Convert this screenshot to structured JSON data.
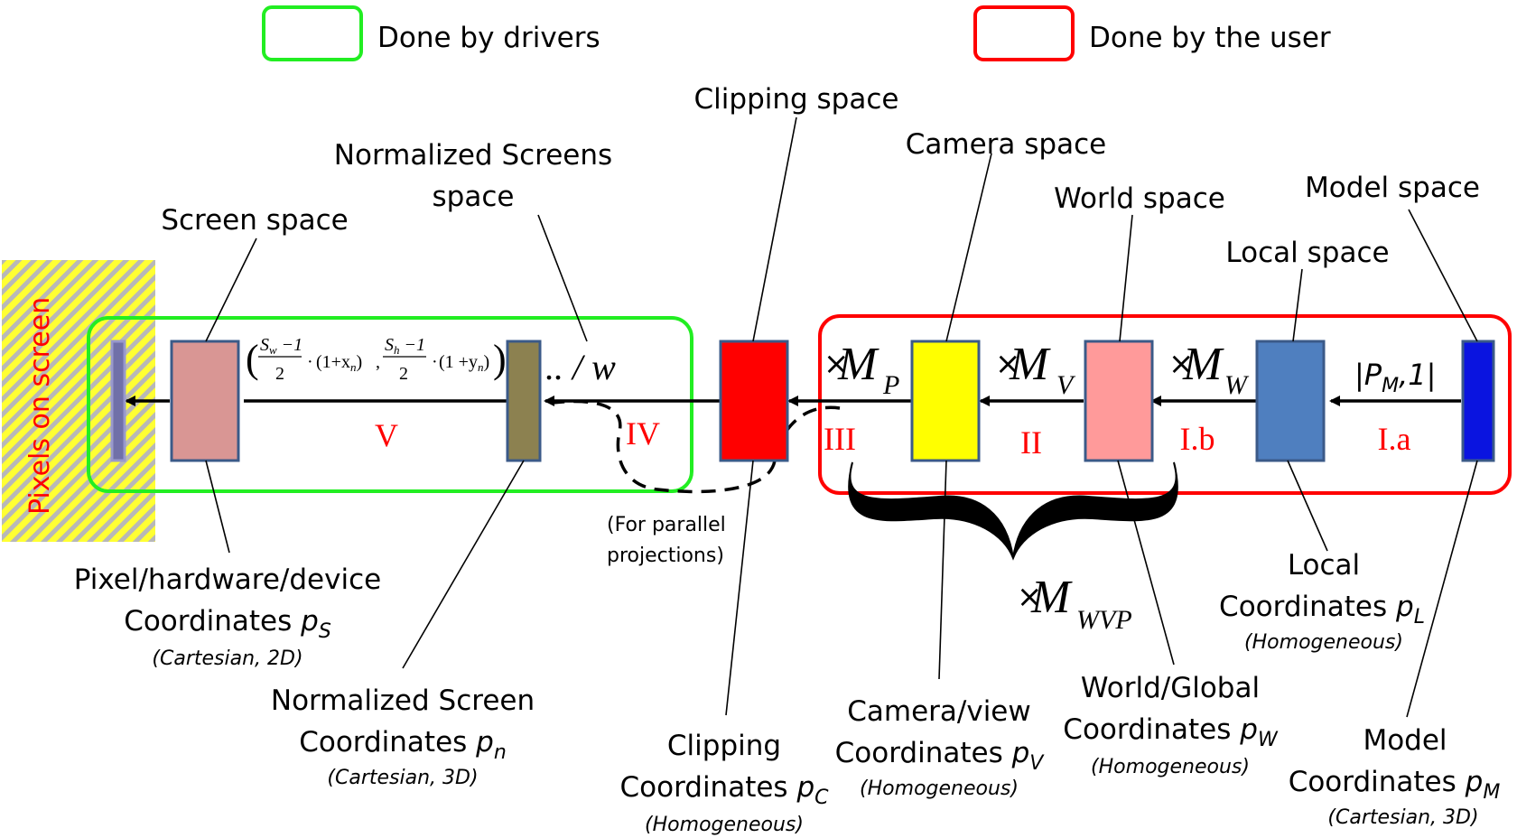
{
  "legend": {
    "drivers": "Done by drivers",
    "user": "Done by the user",
    "drivers_color": "#22ee22",
    "user_color": "#ff0000"
  },
  "pixels_label": "Pixels on screen",
  "stages": {
    "model": {
      "title": "Model space",
      "name": "Model",
      "coord": "Coordinates ",
      "symbol": "p",
      "sub": "M",
      "type": "(Cartesian, 3D)",
      "color": "#0a14e0"
    },
    "local": {
      "title": "Local space",
      "name": "Local",
      "coord": "Coordinates ",
      "symbol": "p",
      "sub": "L",
      "type": "(Homogeneous)",
      "color": "#4f7fbf"
    },
    "world": {
      "title": "World space",
      "name": "World/Global",
      "coord": "Coordinates ",
      "symbol": "p",
      "sub": "W",
      "type": "(Homogeneous)",
      "color": "#ff9a9a"
    },
    "camera": {
      "title": "Camera space",
      "name": "Camera/view",
      "coord": "Coordinates ",
      "symbol": "p",
      "sub": "V",
      "type": "(Homogeneous)",
      "color": "#ffff00"
    },
    "clipping": {
      "title": "Clipping space",
      "name": "Clipping",
      "coord": "Coordinates ",
      "symbol": "p",
      "sub": "C",
      "type": "(Homogeneous)",
      "color": "#ff0000"
    },
    "normalized": {
      "title_line1": "Normalized Screens",
      "title_line2": "space",
      "name": "Normalized Screen",
      "coord": "Coordinates ",
      "symbol": "p",
      "sub": "n",
      "type": "(Cartesian, 3D)",
      "color": "#8c8150"
    },
    "screen": {
      "title": "Screen space",
      "name": "Pixel/hardware/device",
      "coord": "Coordinates ",
      "symbol": "p",
      "sub": "S",
      "type": "(Cartesian, 2D)",
      "color": "#d99694"
    }
  },
  "steps": {
    "ia": "I.a",
    "ib": "I.b",
    "ii": "II",
    "iii": "III",
    "iv": "IV",
    "v": "V"
  },
  "operations": {
    "homog": "|P",
    "homog_sub": "M",
    "homog_tail": ",1|",
    "times": "×",
    "m": "M",
    "mw_sub": "W",
    "mv_sub": "V",
    "mp_sub": "P",
    "mwvp_sub": "WVP",
    "divide": ".. / w",
    "parallel_line1": "(For parallel",
    "parallel_line2": "projections)"
  },
  "formula": {
    "sw": "S",
    "sw_sub": "w",
    "sh": "S",
    "sh_sub": "h",
    "minus_one": " −1",
    "two": "2",
    "dot": "·",
    "one_plus_x": "(1+x",
    "x_sub": "n",
    "one_plus_y": "(1 +y",
    "y_sub": "n",
    "close": ")",
    "comma": ","
  }
}
